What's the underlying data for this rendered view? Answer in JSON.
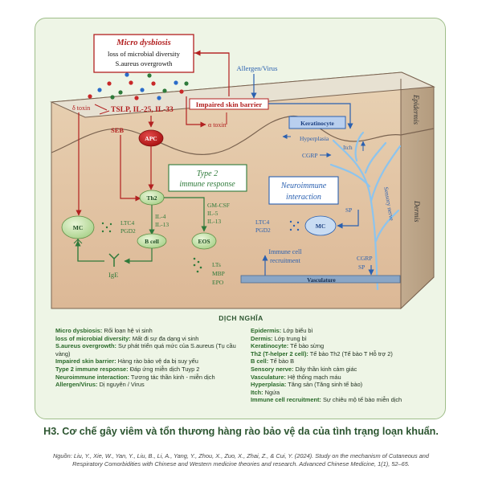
{
  "diagram": {
    "micro_dysbiosis": {
      "title": "Micro dysbiosis",
      "line1": "loss of microbial diversity",
      "line2": "S.aureus overgrowth"
    },
    "allergen_virus": "Allergen/Virus",
    "impaired_barrier": "Impaired skin barrier",
    "epidermis": "Epidermis",
    "dermis": "Dermis",
    "delta_toxin": "δ toxin",
    "cytokines": "TSLP, IL-25, IL-33",
    "seb": "SEB",
    "apc": "APC",
    "alpha_toxin": "α toxin",
    "keratinocyte": "Keratinocyte",
    "hyperplasia": "Hyperplasia",
    "cgrp_top": "CGRP",
    "itch": "Itch",
    "type2": {
      "line1": "Type 2",
      "line2": "immune response"
    },
    "th2": "Th2",
    "gmcsf": "GM-CSF",
    "il5": "IL-5",
    "il13_eos": "IL-13",
    "il4": "IL-4",
    "il13_b": "IL-13",
    "b_cell": "B cell",
    "eos": "EOS",
    "lts_eos": "LTs",
    "mbp": "MBP",
    "epo": "EPO",
    "mc_left": "MC",
    "ltc4_left": "LTC4",
    "pgd2_left": "PGD2",
    "ige": "IgE",
    "neuroimmune": {
      "line1": "Neuroimmune",
      "line2": "interaction"
    },
    "sensory_nerve": "Sensory nerve",
    "sp_top": "SP",
    "mc_right": "MC",
    "ltc4_right": "LTC4",
    "pgd2_right": "PGD2",
    "immune_recruit": {
      "line1": "Immune cell",
      "line2": "recruitment"
    },
    "cgrp_bottom": "CGRP",
    "sp_bottom": "SP",
    "vasculature": "Vasculature"
  },
  "glossary": {
    "title": "DỊCH NGHĨA",
    "left": [
      {
        "term": "Micro dysbiosis:",
        "meaning": " Rối loạn hệ vi sinh"
      },
      {
        "term": "loss of microbial diversity:",
        "meaning": " Mất đi sự đa dạng vi sinh"
      },
      {
        "term": "S.aureus overgrowth:",
        "meaning": " Sự phát triển quá mức của S.aureus (Tụ cầu vàng)"
      },
      {
        "term": "Impaired skin barrier:",
        "meaning": " Hàng rào bảo vệ da bị suy yếu"
      },
      {
        "term": "Type 2 immune response:",
        "meaning": " Đáp ứng miễn dịch Tuyp 2"
      },
      {
        "term": "Neuroimmune interaction:",
        "meaning": " Tương tác thần kinh - miễn dịch"
      },
      {
        "term": "Allergen/Virus:",
        "meaning": " Dị nguyên / Virus"
      }
    ],
    "right": [
      {
        "term": "Epidermis:",
        "meaning": " Lớp biểu bì"
      },
      {
        "term": "Dermis:",
        "meaning": " Lớp trung bì"
      },
      {
        "term": "Keratinocyte:",
        "meaning": " Tế bào sừng"
      },
      {
        "term": "Th2 (T-helper 2 cell):",
        "meaning": " Tế bào Th2 (Tế bào T Hỗ trợ 2)"
      },
      {
        "term": "B cell:",
        "meaning": " Tế bào B"
      },
      {
        "term": "Sensory nerve:",
        "meaning": " Dây thần kinh cảm giác"
      },
      {
        "term": "Vasculature:",
        "meaning": " Hệ thống mạch máu"
      },
      {
        "term": "Hyperplasia:",
        "meaning": " Tăng sản (Tăng sinh tế bào)"
      },
      {
        "term": "Itch:",
        "meaning": " Ngứa"
      },
      {
        "term": "Immune cell recruitment:",
        "meaning": " Sự chiêu mộ tế bào miễn dịch"
      }
    ]
  },
  "caption": "H3. Cơ chế gây viêm và tổn thương hàng rào bảo vệ da của tình trạng loạn khuẩn.",
  "source": "Nguồn: Liu, Y., Xie, W., Yan, Y., Liu, B., Li, A., Yang, Y., Zhou, X., Zuo, X., Zhai, Z., & Cui, Y. (2024). Study on the mechanism of Cutaneous and Respiratory Comorbidities with Chinese and Western medicine theories and research. Advanced Chinese Medicine, 1(1), 52–65.",
  "colors": {
    "red": "#b22020",
    "green": "#2e7a3a",
    "blue": "#2a60b0"
  }
}
